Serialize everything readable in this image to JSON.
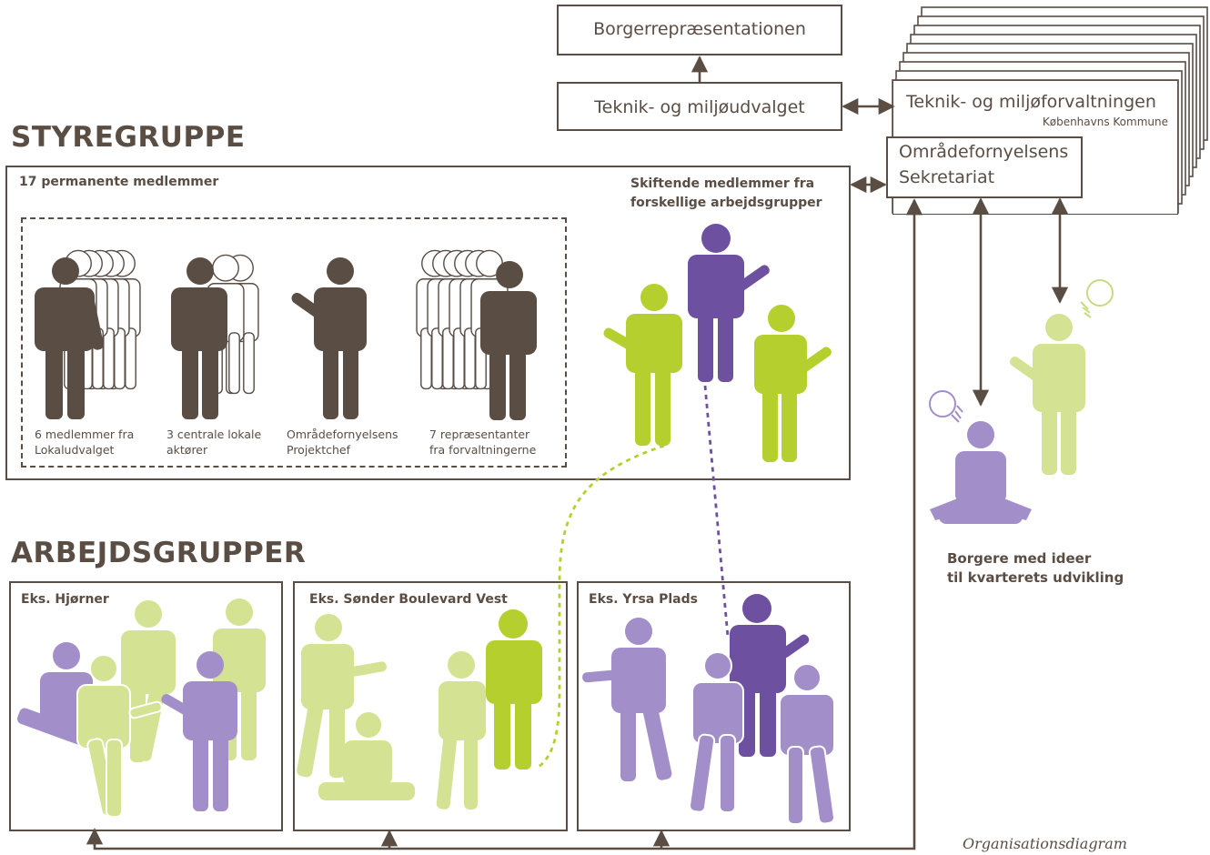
{
  "top": {
    "borgerrep": "Borgerrepræsentationen",
    "udvalget": "Teknik- og miljøudvalget",
    "forvaltningen": "Teknik- og miljøforvaltningen",
    "kommune": "Københavns Kommune",
    "sekretariat_line1": "Områdefornyelsens",
    "sekretariat_line2": "Sekretariat"
  },
  "styregruppe": {
    "heading": "STYREGRUPPE",
    "permanent_label": "17 permanente medlemmer",
    "skiftende_label": "Skiftende medlemmer fra\nforskellige arbejdsgrupper",
    "captions": [
      "6 medlemmer fra\nLokaludvalget",
      "3 centrale lokale\naktører",
      "Områdefornyelsens\nProjektchef",
      "7 repræsentanter\nfra forvaltningerne"
    ]
  },
  "arbejdsgrupper": {
    "heading": "ARBEJDSGRUPPER",
    "groups": [
      "Eks. Hjørner",
      "Eks. Sønder Boulevard Vest",
      "Eks. Yrsa Plads"
    ]
  },
  "citizens": {
    "label": "Borgere med ideer\ntil kvarterets udvikling"
  },
  "footer": "Organisationsdiagram",
  "colors": {
    "brown": "#5a4d44",
    "green_bright": "#b4cf2e",
    "green_light": "#d3e393",
    "purple_dark": "#6e50a0",
    "purple_light": "#a28ec8"
  }
}
